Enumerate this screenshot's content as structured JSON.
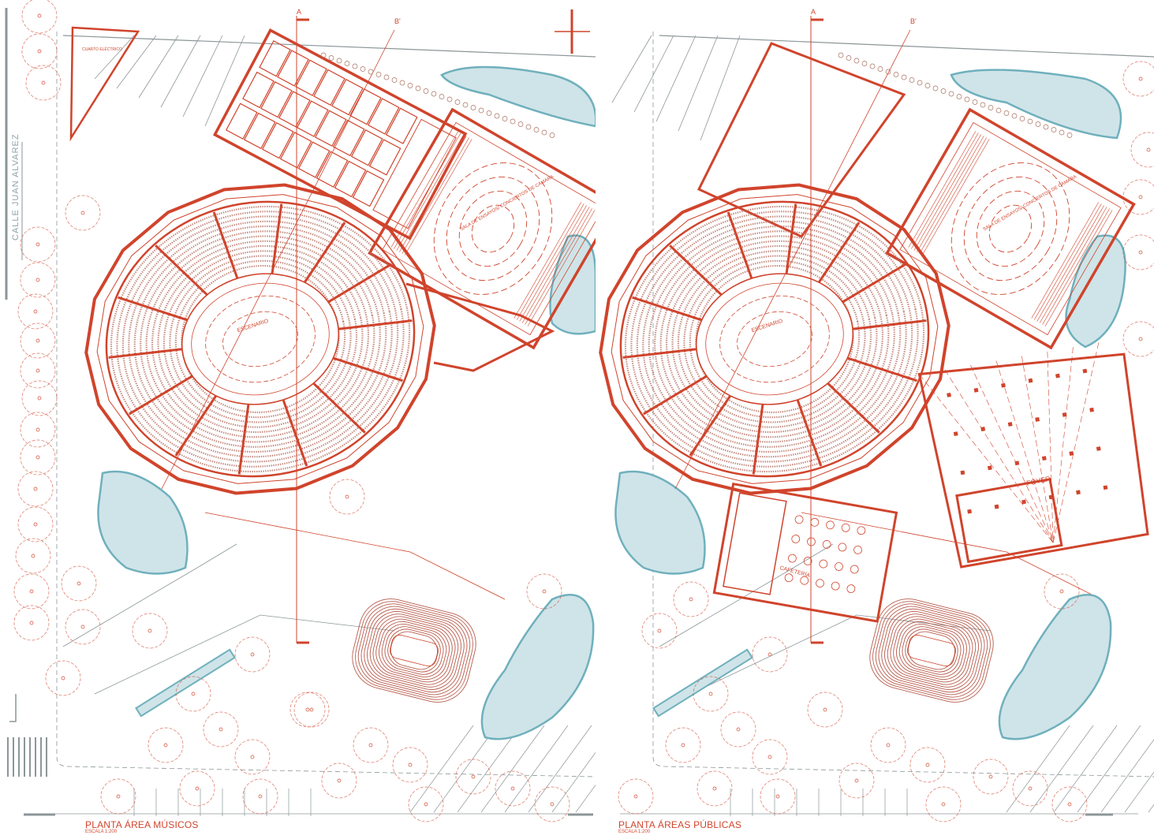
{
  "street_label": "CALLE JUAN ALVAREZ",
  "section_a": "A",
  "section_b": "B'",
  "colors": {
    "line_red": "#d0442c",
    "line_grey": "#8c9698",
    "water_fill": "#cfe4e8",
    "water_stroke": "#6fb0bd"
  },
  "panels": [
    {
      "id": "musicos",
      "title": "PLANTA ÁREA MÚSICOS",
      "scale": "ESCALA 1:200",
      "labels": {
        "stage": "ESCENARIO",
        "rehearsal": "SALA DE ENSAYOS/ CONCIERTOS DE CÁMARA",
        "parking": "CUARTO ELÉCTRICO"
      }
    },
    {
      "id": "publicas",
      "title": "PLANTA ÁREAS PÚBLICAS",
      "scale": "ESCALA 1:200",
      "labels": {
        "stage": "ESCENARIO",
        "rehearsal": "SALA DE ENSAYOS/ CONCIERTOS DE CÁMARA",
        "foyer": "FOYER",
        "cafe": "CAFETERÍA"
      }
    }
  ]
}
